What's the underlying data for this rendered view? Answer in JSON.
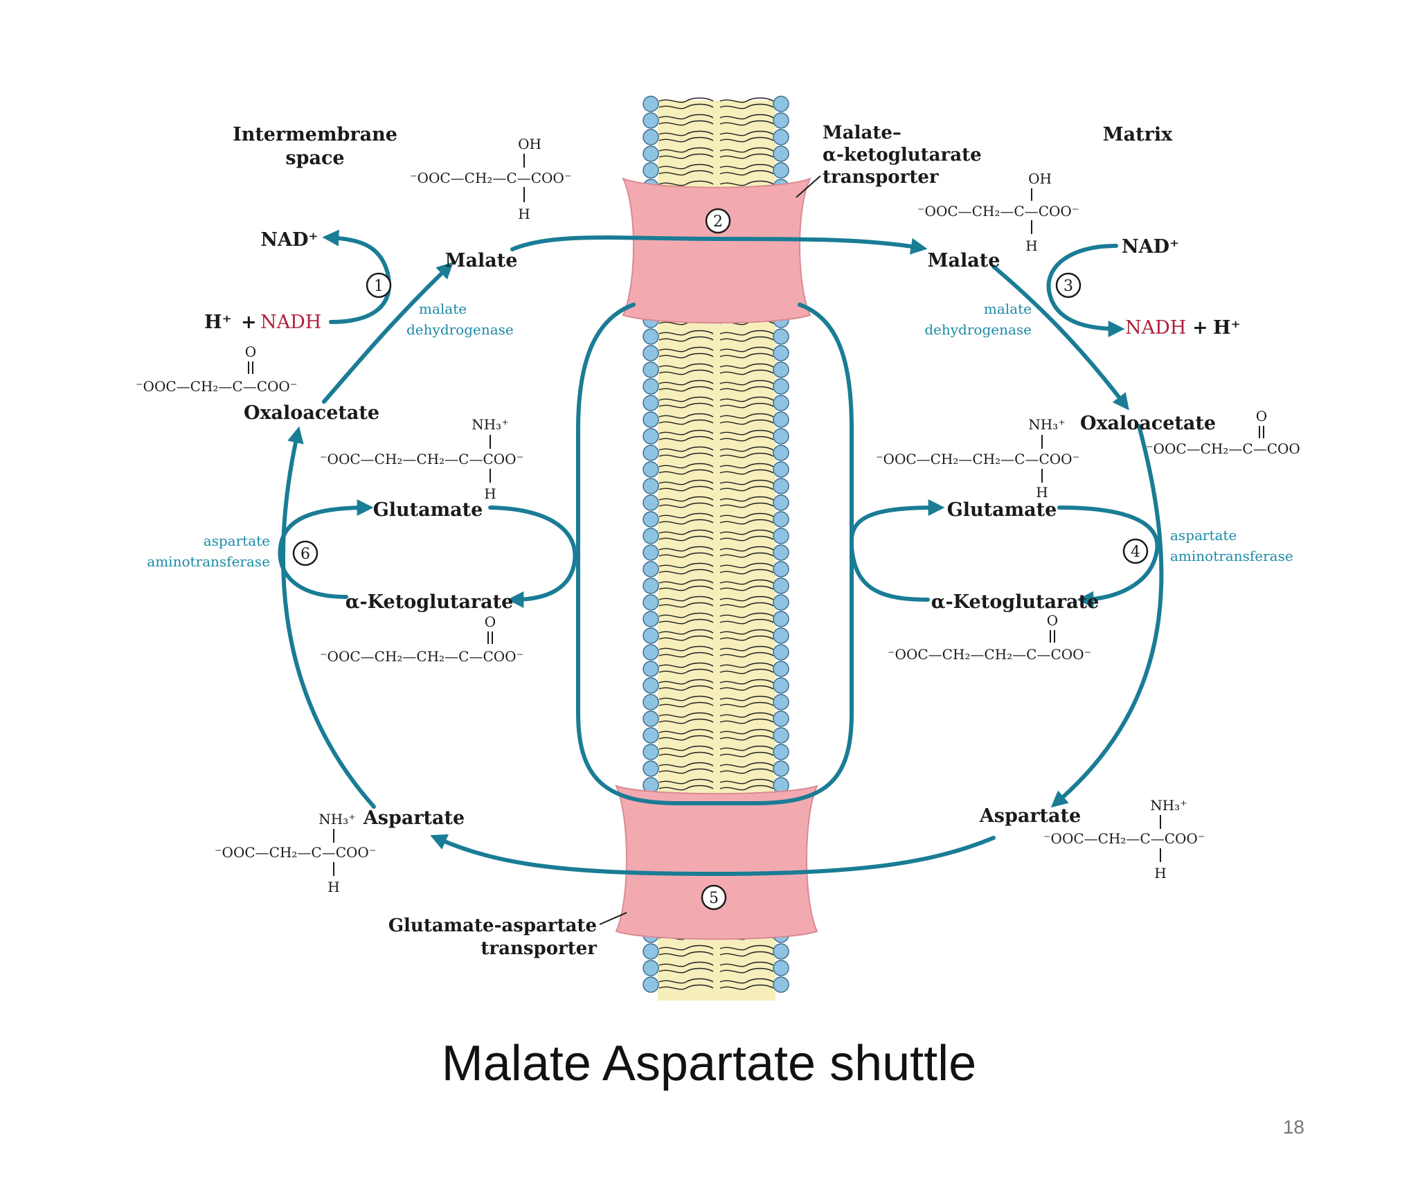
{
  "slide": {
    "title": "Malate Aspartate shuttle",
    "page_number": "18"
  },
  "diagram": {
    "regions": {
      "intermembrane": "Intermembrane",
      "intermembrane2": "space",
      "matrix": "Matrix"
    },
    "transporters": {
      "top_line1": "Malate–",
      "top_line2": "α-ketoglutarate",
      "top_line3": "transporter",
      "bottom_line1": "Glutamate-aspartate",
      "bottom_line2": "transporter"
    },
    "metabolites": {
      "malate": "Malate",
      "oxaloacetate": "Oxaloacetate",
      "glutamate": "Glutamate",
      "ketoglutarate": "α-Ketoglutarate",
      "aspartate": "Aspartate"
    },
    "cofactors": {
      "nad": "NAD⁺",
      "h_plus": "H⁺",
      "plus": "+",
      "nadh": "NADH"
    },
    "enzymes": {
      "mdh1": "malate",
      "mdh2": "dehydrogenase",
      "ast1": "aspartate",
      "ast2": "aminotransferase"
    },
    "steps": [
      "1",
      "2",
      "3",
      "4",
      "5",
      "6"
    ],
    "chem": {
      "oh": "OH",
      "h": "H",
      "o": "O",
      "nh3": "NH₃⁺",
      "malate_chain": "⁻OOC—CH₂—C—COO⁻",
      "oaa_chain": "⁻OOC—CH₂—C—COO⁻",
      "glu_chain": "⁻OOC—CH₂—CH₂—C—COO⁻",
      "akg_chain": "⁻OOC—CH₂—CH₂—C—COO⁻",
      "asp_chain": "⁻OOC—CH₂—C—COO⁻",
      "oaa_chain_right": "⁻OOC—CH₂—C—COO"
    },
    "colors": {
      "arrow": "#1a7c95",
      "enzyme_text": "#1b8aa6",
      "nadh_text": "#b0203a",
      "transporter": "#f2aab0",
      "lipid_head": "#8fc3e4",
      "lipid_tail": "#f6eebb"
    }
  }
}
